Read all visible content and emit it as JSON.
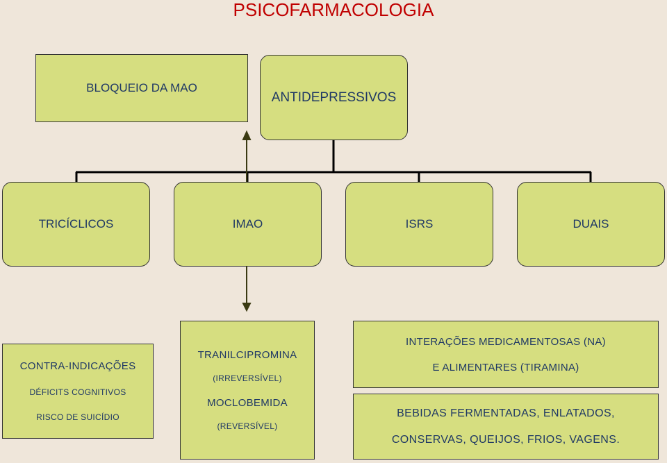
{
  "title": "PSICOFARMACOLOGIA",
  "top": {
    "mao_block": "BLOQUEIO DA MAO",
    "root": "ANTIDEPRESSIVOS"
  },
  "classes": [
    "TRICÍCLICOS",
    "IMAO",
    "ISRS",
    "DUAIS"
  ],
  "contraindications": {
    "heading": "CONTRA-INDICAÇÕES",
    "items": [
      "DÉFICITS COGNITIVOS",
      "RISCO DE SUICÍDIO"
    ]
  },
  "drugs": {
    "drug1": "TRANILCIPROMINA",
    "drug1_note": "(IRREVERSÍVEL)",
    "drug2": "MOCLOBEMIDA",
    "drug2_note": "(REVERSÍVEL)"
  },
  "interactions": {
    "line1": "INTERAÇÕES MEDICAMENTOSAS (NA)",
    "line2": "E ALIMENTARES (TIRAMINA)"
  },
  "foods": {
    "line1": "BEBIDAS FERMENTADAS, ENLATADOS,",
    "line2": "CONSERVAS, QUEIJOS, FRIOS, VAGENS."
  },
  "colors": {
    "box_fill": "#d6de80",
    "title": "#c00000",
    "text": "#1f3864",
    "background": "#efe6da"
  }
}
